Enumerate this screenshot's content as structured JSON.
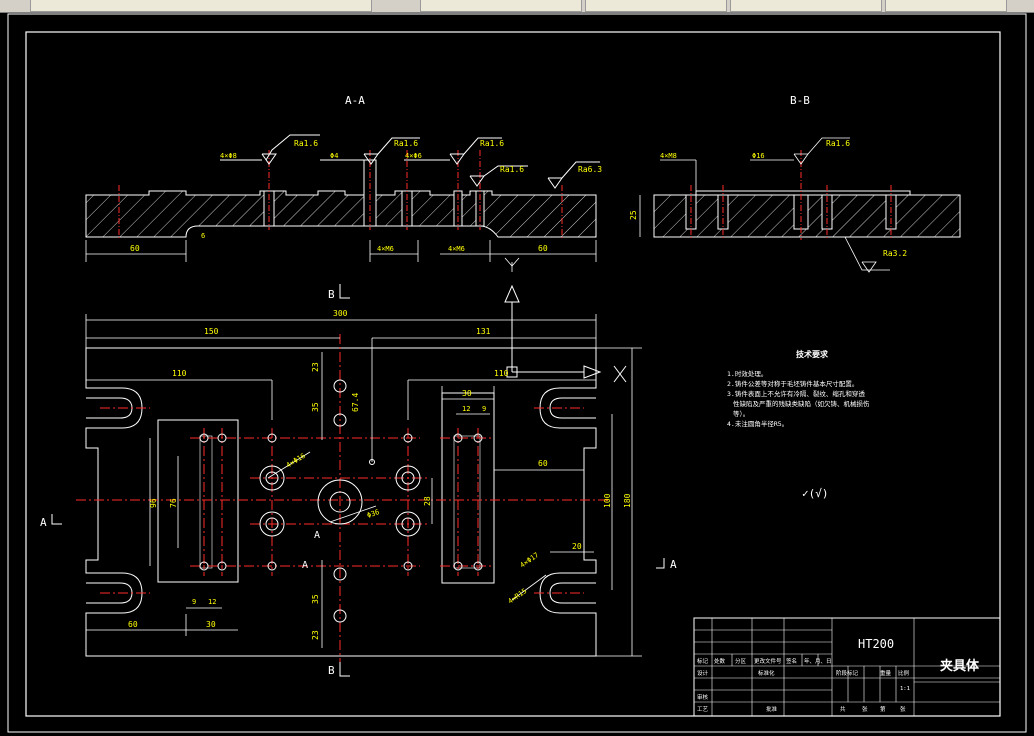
{
  "titles": {
    "section_aa": "A-A",
    "section_bb": "B-B"
  },
  "roughness": {
    "r16": "Ra1.6",
    "r63": "Ra6.3",
    "r32": "Ra3.2"
  },
  "section_aa_dims": {
    "hole_a": "4×Φ8",
    "hole_b": "Φ4",
    "hole_c": "4×Φ6",
    "bottom_left": "60",
    "bottom_mid": "4×M6",
    "bottom_mid2": "4×M6",
    "bottom_right": "60",
    "depth": "6"
  },
  "section_bb_dims": {
    "hole_a": "4×M8",
    "hole_b": "Φ16",
    "height": "25"
  },
  "cut_labels": {
    "b": "B",
    "a": "A",
    "x": "X"
  },
  "plan_dims": {
    "total": "300",
    "left_half": "150",
    "right_part": "131",
    "left_slot": "110",
    "right_slot": "110",
    "right_inner": "60",
    "v_23_top": "23",
    "v_35": "35",
    "v_67": "67.4",
    "v_23_bottom": "23",
    "v_35_b": "35",
    "h30": "30",
    "h12": "12",
    "h9": "9",
    "v96": "96",
    "v76": "76",
    "v28": "28",
    "v100": "100",
    "v180": "180",
    "h60_mid": "60",
    "h9_b": "9",
    "h12_b": "12",
    "h60_b": "60",
    "h30_b": "30",
    "h20": "20",
    "bore": "Φ36",
    "hole_4x": "4×Φ16",
    "r_4x": "4×Φ17",
    "r_4x2": "4×R15"
  },
  "tech_req": {
    "heading": "技术要求",
    "items": [
      "1.时效处理。",
      "2.铸件公差等对称于毛坯铸件基本尺寸配置。",
      "3.铸件表面上不允许有冷隔、裂纹、缩孔和穿透",
      "性缺陷及严重的残缺类缺陷（如欠铸、机械损伤",
      "等）。",
      "4.未注圆角半径R5。"
    ],
    "symbol": "✓(√)"
  },
  "title_block": {
    "material": "HT200",
    "part_name": "夹具体",
    "row1": [
      "标记",
      "处数",
      "分区",
      "更改文件号",
      "签名",
      "年、月、日"
    ],
    "design": "设计",
    "standard": "标准化",
    "review": "审核",
    "process": "工艺",
    "approve": "批准",
    "stage": "阶段标记",
    "weight": "重量",
    "scale_label": "比例",
    "scale": "1:1",
    "sheets": [
      "共",
      "张",
      "第",
      "张"
    ]
  }
}
